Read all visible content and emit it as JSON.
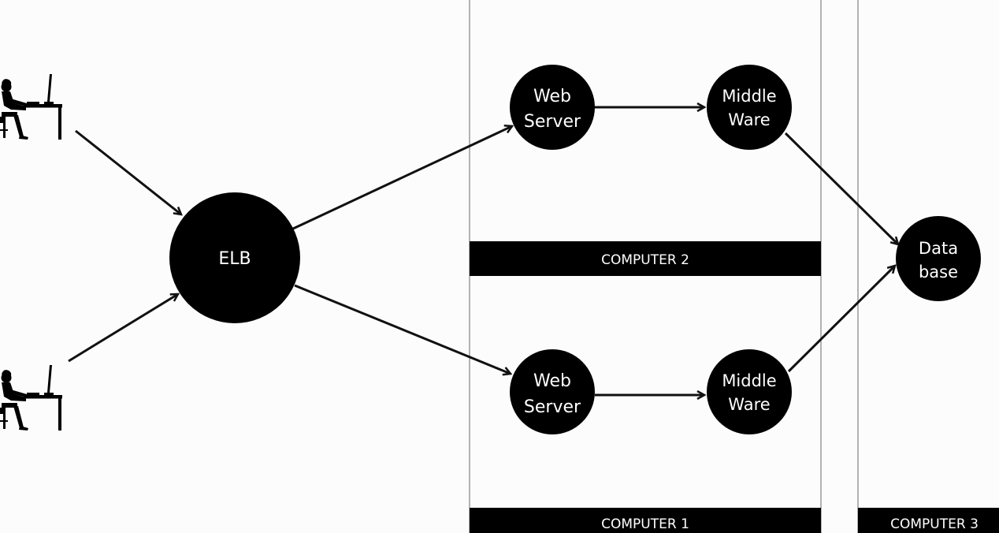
{
  "colors": {
    "background": "#fcfcfc",
    "node_fill": "#000000",
    "node_text": "#ffffff",
    "line": "#111111",
    "panel_border": "#9a9a9a"
  },
  "users": [
    {
      "icon": "user-at-computer-icon"
    },
    {
      "icon": "user-at-computer-icon"
    }
  ],
  "nodes": {
    "elb": {
      "line1": "ELB"
    },
    "web_server_top": {
      "line1": "Web",
      "line2": "Server"
    },
    "middleware_top": {
      "line1": "Middle",
      "line2": "Ware"
    },
    "web_server_bottom": {
      "line1": "Web",
      "line2": "Server"
    },
    "middleware_bottom": {
      "line1": "Middle",
      "line2": "Ware"
    },
    "database": {
      "line1": "Data",
      "line2": "base"
    }
  },
  "computers": {
    "computer_2": {
      "label": "COMPUTER 2"
    },
    "computer_1": {
      "label": "COMPUTER 1"
    },
    "computer_3": {
      "label": "COMPUTER 3"
    }
  }
}
